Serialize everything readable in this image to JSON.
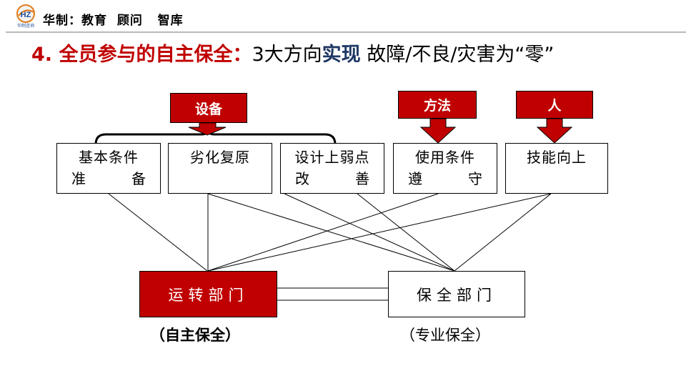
{
  "header": {
    "logo_text": "HZ",
    "logo_subtext": "华制咨询",
    "brand": "华制：教育  顾问   智库"
  },
  "title": {
    "prefix": "4. 全员参与的自主保全：",
    "part1": "3大方向",
    "highlight": "实现",
    "part2": " 故障/不良/灾害为“零”"
  },
  "categories": [
    {
      "label": "设备"
    },
    {
      "label": "方法"
    },
    {
      "label": "人"
    }
  ],
  "items": [
    {
      "line1": "基本条件",
      "line2a": "准",
      "line2b": "备"
    },
    {
      "line1": "劣化复原"
    },
    {
      "line1": "设计上弱点",
      "line2a": "改",
      "line2b": "善"
    },
    {
      "line1": "使用条件",
      "line2a": "遵",
      "line2b": "守"
    },
    {
      "line1": "技能向上"
    }
  ],
  "departments": {
    "operation": {
      "label": "运转部门",
      "caption": "（自主保全）"
    },
    "maintenance": {
      "label": "保全部门",
      "caption": "（专业保全）"
    }
  },
  "colors": {
    "accent_red": "#c00000",
    "title_blue": "#1f3864"
  }
}
